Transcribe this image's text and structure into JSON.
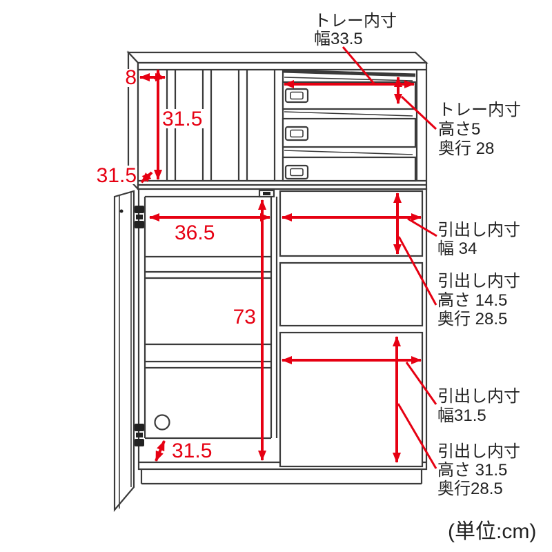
{
  "unit_note": "(単位:cm)",
  "colors": {
    "dimension_red": "#e60012",
    "line_color": "#3a3a3a",
    "text_color": "#222222",
    "background": "#ffffff"
  },
  "dims": {
    "slot_width": "8",
    "top_inner_height": "31.5",
    "top_depth": "31.5",
    "cabinet_inner_width": "36.5",
    "cabinet_inner_height": "73",
    "cabinet_depth": "31.5"
  },
  "labels": {
    "tray_top": {
      "l1": "トレー内寸",
      "l2": "幅33.5"
    },
    "tray_side": {
      "l1": "トレー内寸",
      "l2": "高さ5",
      "l3": "奥行 28"
    },
    "drawer_mid_width": {
      "l1": "引出し内寸",
      "l2": "幅 34"
    },
    "drawer_mid_hd": {
      "l1": "引出し内寸",
      "l2": "高さ 14.5",
      "l3": "奥行 28.5"
    },
    "drawer_bottom_width": {
      "l1": "引出し内寸",
      "l2": "幅31.5"
    },
    "drawer_bottom_hd": {
      "l1": "引出し内寸",
      "l2": "高さ 31.5",
      "l3": "奥行28.5"
    }
  }
}
